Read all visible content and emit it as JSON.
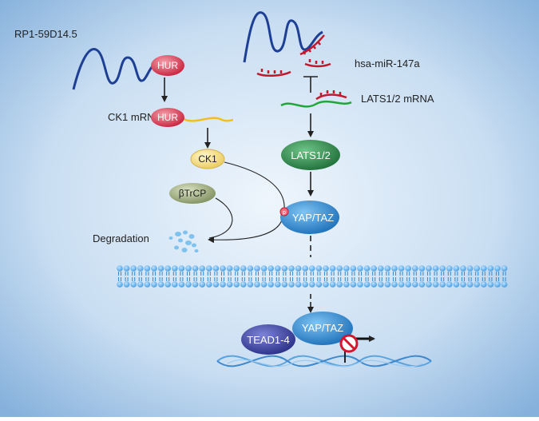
{
  "labels": {
    "lnc_name": "RP1-59D14.5",
    "hur_top": "HUR",
    "hur_bottom": "HUR",
    "ck1_mrna": "CK1 mRNA",
    "mirna": "hsa-miR-147a",
    "lats_mrna": "LATS1/2 mRNA",
    "ck1": "CK1",
    "btrcp": "βTrCP",
    "lats": "LATS1/2",
    "yap_taz_top": "YAP/TAZ",
    "phospho": "p",
    "degradation": "Degradation",
    "tead": "TEAD1-4",
    "yap_taz_nucleus": "YAP/TAZ"
  },
  "colors": {
    "background_center": "#eaf3fb",
    "background_edge": "#8fb8df",
    "rna_strand": "#1d3f94",
    "mirna": "#c0182c",
    "lats_mrna_strand": "#22a63a",
    "ck1_mrna_strand": "#f0c020",
    "hur": "#d9334a",
    "ck1": "#f3e389",
    "btrcp": "#9aa979",
    "lats": "#2f8a4a",
    "yap_taz": "#2d86cf",
    "tead": "#3a3f9a",
    "membrane": "#4aa6e6",
    "dna": "#6eaee0",
    "inhibit_sign": "#d0182c"
  }
}
